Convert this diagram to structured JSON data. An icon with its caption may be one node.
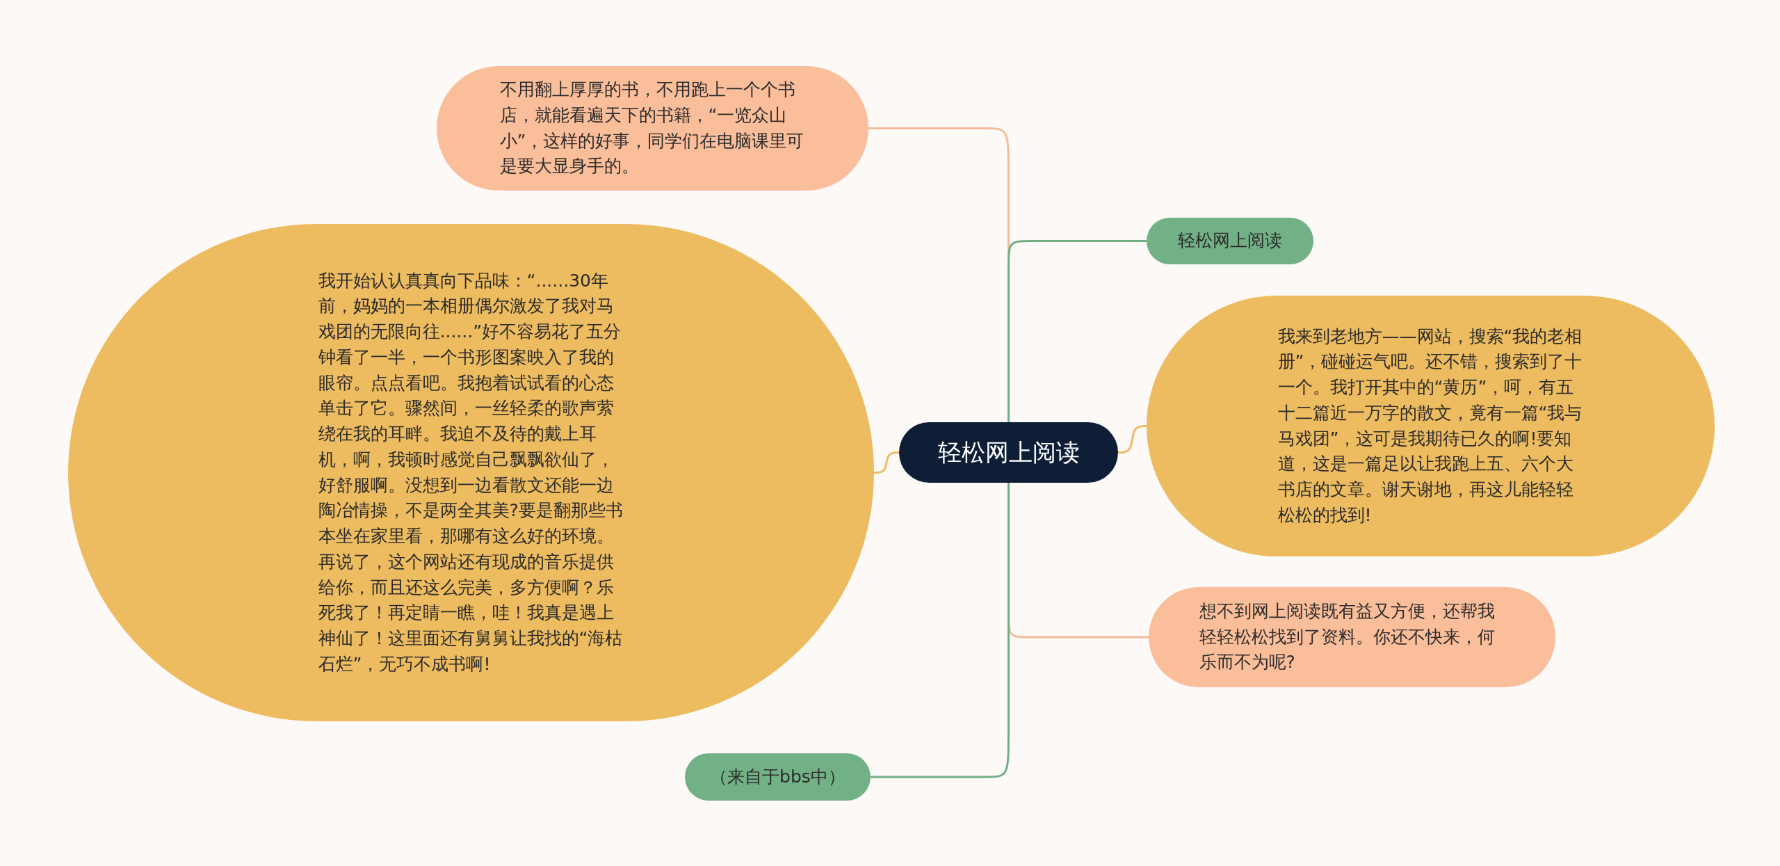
{
  "diagram": {
    "nodes": [
      {
        "text": [
          "轻松网上阅读"
        ]
      },
      {
        "text": [
          "不用翻上厚厚的书，不用跑上一个个书店，就能看遍天下的书籍，“一览众山小”，这样的好事，同学们在电脑课里可是要大显身手的。"
        ]
      },
      {
        "text": [
          "我开始认认真真向下品味：“......30年前，妈妈的一本相册偶尔激发了我对马戏团的无限向往......”好不容易花了五分钟看了一半，一个书形图案映入了我的眼帘。点点看吧。我抱着试试看的心态单击了它。骤然间，一丝轻柔的歌声萦绕在我的耳畔。我迫不及待的戴上耳机，啊，我顿时感觉自己飘飘欲仙了，好舒服啊。没想到一边看散文还能一边陶冶情操，不是两全其美?要是翻那些书本坐在家里看，那哪有这么好的环境。再说了，这个网站还有现成的音乐提供给你，而且还这么完美，多方便啊？乐死我了！再定睛一瞧，哇！我真是遇上神仙了！这里面还有舅舅让我找的“海枯石烂”，无巧不成书啊!"
        ]
      },
      {
        "text": [
          "轻松网上阅读"
        ]
      },
      {
        "text": [
          "我来到老地方——网站，搜索“我的老相册”，碰碰运气吧。还不错，搜索到了十一个。我打开其中的“黄历”，呵，有五十二篇近一万字的散文，竟有一篇“我与马戏团”，这可是我期待已久的啊!要知道，这是一篇足以让我跑上五、六个大书店的文章。谢天谢地，再这儿能轻轻松松的找到!"
        ]
      },
      {
        "text": [
          "想不到网上阅读既有益又方便，还帮我轻轻松松找到了资料。你还不快来，何乐而不为呢?"
        ]
      },
      {
        "text": [
          "（来自于bbs中）"
        ]
      }
    ],
    "edges": [
      {
        "from": 0,
        "to": 1,
        "arrow": "none",
        "color": "#f2bd98"
      },
      {
        "from": 0,
        "to": 2,
        "arrow": "none",
        "color": "#ecbb62"
      },
      {
        "from": 0,
        "to": 3,
        "arrow": "none",
        "color": "#6fae85"
      },
      {
        "from": 0,
        "to": 4,
        "arrow": "none",
        "color": "#ecbb62"
      },
      {
        "from": 0,
        "to": 5,
        "arrow": "none",
        "color": "#f2bd98"
      },
      {
        "from": 0,
        "to": 6,
        "arrow": "none",
        "color": "#6fae85"
      }
    ]
  }
}
